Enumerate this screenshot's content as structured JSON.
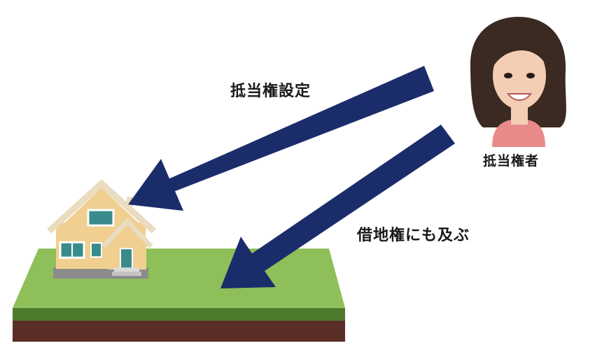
{
  "labels": {
    "mortgage_setting": "抵当権設定",
    "mortgagee": "抵当権者",
    "leasehold_extends": "借地権にも及ぶ"
  },
  "colors": {
    "arrow": "#1b2c6b",
    "grass_top": "#8fbf58",
    "grass_side": "#4e7a2e",
    "soil": "#5a2e26",
    "house_wall": "#f0cf91",
    "house_roof": "#e9dcc0",
    "window": "#3a8c8c",
    "foundation": "#8b8b8b",
    "person_shirt": "#e98a8a",
    "person_hair": "#3a2a22",
    "person_skin": "#f3cdb4"
  },
  "icons": {
    "house": "house-icon",
    "person": "person-icon",
    "land": "land-plot-icon"
  }
}
